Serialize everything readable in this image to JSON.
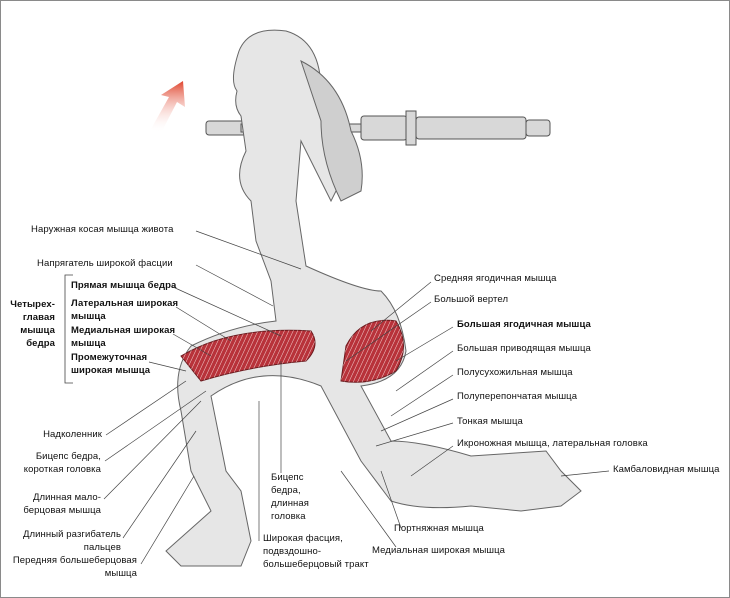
{
  "group": {
    "label_lines": [
      "Четырех-",
      "главая",
      "мышца",
      "бедра"
    ]
  },
  "labels_left": {
    "obliquus": "Наружная косая мышца живота",
    "tfl": "Напрягатель широкой фасции",
    "rectus": "Прямая мышца бедра",
    "lateralis": [
      "Латеральная широкая",
      "мышца"
    ],
    "medialis": [
      "Медиальная широкая",
      "мышца"
    ],
    "intermedius": [
      "Промежуточная",
      "широкая мышца"
    ],
    "patella": "Надколенник",
    "biceps_short": [
      "Бицепс бедра,",
      "короткая головка"
    ],
    "peroneus": [
      "Длинная мало-",
      "берцовая мышца"
    ],
    "extensor": [
      "Длинный разгибатель",
      "пальцев"
    ],
    "tibialis": [
      "Передняя большеберцовая",
      "мышца"
    ]
  },
  "labels_bottom": {
    "biceps_long": [
      "Бицепс",
      "бедра,",
      "длинная",
      "головка"
    ],
    "fascia": [
      "Широкая фасция,",
      "подвздошно-",
      "большеберцовый тракт"
    ],
    "sartorius": "Портняжная мышца",
    "medialis2": "Медиальная широкая мышца"
  },
  "labels_right": {
    "gluteus_medius": "Средняя ягодичная мышца",
    "trochanter": "Большой вертел",
    "gluteus_maximus": "Большая ягодичная мышца",
    "adductor": "Большая приводящая мышца",
    "semitendinosus": "Полусухожильная  мышца",
    "semimembranosus": "Полуперепончатая  мышца",
    "gracilis": "Тонкая мышца",
    "gastrocnemius": "Икроножная мышца, латеральная головка",
    "soleus": "Камбаловидная мышца"
  },
  "colors": {
    "muscle_highlight": "#b8323a",
    "arrow": "#e0452e",
    "line": "#444444"
  }
}
